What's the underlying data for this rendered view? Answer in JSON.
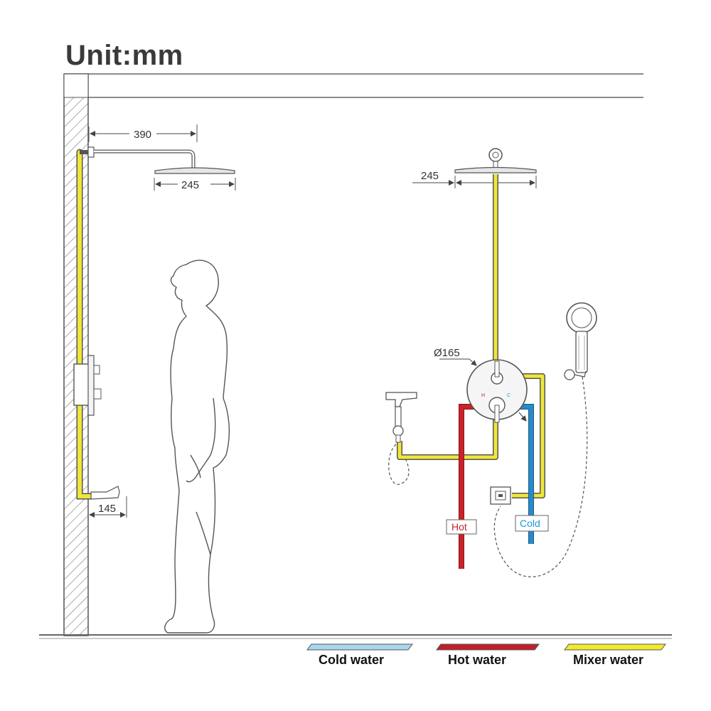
{
  "title": "Unit:mm",
  "dimensions": {
    "arm_length": "390",
    "head_left": "245",
    "head_right": "245",
    "spout": "145",
    "valve_diameter": "Ø165"
  },
  "valve_marks": {
    "hot": "H",
    "cold": "C"
  },
  "pipe_tags": {
    "hot": "Hot",
    "cold": "Cold"
  },
  "legend": [
    {
      "label": "Cold water",
      "color": "#a8d8f0"
    },
    {
      "label": "Hot water",
      "color": "#c0202a"
    },
    {
      "label": "Mixer water",
      "color": "#f2ea2c"
    }
  ],
  "colors": {
    "cold_pipe": "#2a8ac8",
    "hot_pipe": "#c8222a",
    "mixer_pipe": "#eee63a",
    "cold_tag_text": "#1a9ad6",
    "hot_tag_text": "#c8222a",
    "line": "#555555"
  }
}
